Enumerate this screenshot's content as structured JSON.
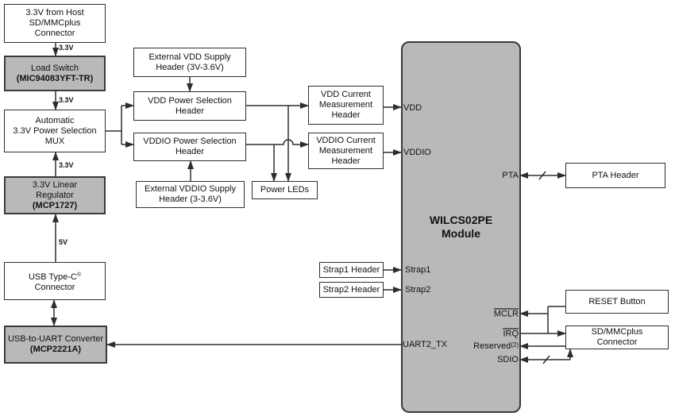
{
  "colors": {
    "background": "#ffffff",
    "box_fill_white": "#ffffff",
    "box_fill_gray": "#b9b9b9",
    "border": "#2e2e2e",
    "wire": "#2e2e2e",
    "text": "#111111"
  },
  "boxes": {
    "host_connector": {
      "label": "3.3V from Host\nSD/MMCplus\nConnector"
    },
    "load_switch": {
      "label": "Load Switch",
      "part": "(MIC94083YFT-TR)"
    },
    "power_mux": {
      "label": "Automatic\n3.3V Power Selection\nMUX"
    },
    "linear_regulator": {
      "label": "3.3V Linear\nRegulator",
      "part": "(MCP1727)"
    },
    "usb_typec": {
      "line1": "USB Type-C",
      "sup": "®",
      "line2": "Connector"
    },
    "usb_uart": {
      "label": "USB-to-UART Converter",
      "part": "(MCP2221A)"
    },
    "ext_vdd_header": {
      "label": "External VDD Supply\nHeader (3V-3.6V)"
    },
    "vdd_power_sel": {
      "label": "VDD Power Selection\nHeader"
    },
    "vddio_power_sel": {
      "label": "VDDIO Power Selection\nHeader"
    },
    "ext_vddio_header": {
      "label": "External VDDIO Supply\nHeader (3-3.6V)"
    },
    "power_leds": {
      "label": "Power LEDs"
    },
    "vdd_current": {
      "label": "VDD Current\nMeasurement\nHeader"
    },
    "vddio_current": {
      "label": "VDDIO Current\nMeasurement\nHeader"
    },
    "strap1_header": {
      "label": "Strap1 Header"
    },
    "strap2_header": {
      "label": "Strap2 Header"
    },
    "pta_header": {
      "label": "PTA Header"
    },
    "reset_button": {
      "label": "RESET Button"
    },
    "sdmmc_connector": {
      "label": "SD/MMCplus\nConnector"
    }
  },
  "module": {
    "title": "WILCS02PE\nModule",
    "pins": {
      "vdd": "VDD",
      "vddio": "VDDIO",
      "pta": "PTA",
      "strap1": "Strap1",
      "strap2": "Strap2",
      "uart2_tx": "UART2_TX",
      "mclr": "MCLR",
      "irq": "IRQ",
      "reserved": "Reserved",
      "reserved_note": "(2)",
      "sdio": "SDIO"
    }
  },
  "wire_labels": {
    "v33_host_to_switch": "3.3V",
    "v33_switch_to_mux": "3.3V",
    "v33_reg_to_mux": "3.3V",
    "v5_usb_to_reg": "5V"
  }
}
